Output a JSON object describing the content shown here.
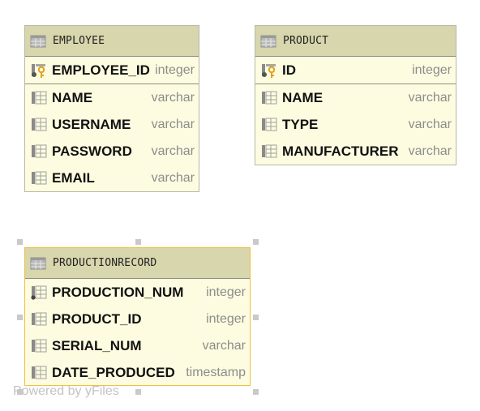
{
  "tables": {
    "employee": {
      "name": "EMPLOYEE",
      "primary_key": {
        "name": "EMPLOYEE_ID",
        "type": "integer"
      },
      "columns": [
        {
          "name": "NAME",
          "type": "varchar"
        },
        {
          "name": "USERNAME",
          "type": "varchar"
        },
        {
          "name": "PASSWORD",
          "type": "varchar"
        },
        {
          "name": "EMAIL",
          "type": "varchar"
        }
      ]
    },
    "product": {
      "name": "PRODUCT",
      "primary_key": {
        "name": "ID",
        "type": "integer"
      },
      "columns": [
        {
          "name": "NAME",
          "type": "varchar"
        },
        {
          "name": "TYPE",
          "type": "varchar"
        },
        {
          "name": "MANUFACTURER",
          "type": "varchar"
        }
      ]
    },
    "productionrecord": {
      "name": "PRODUCTIONRECORD",
      "columns": [
        {
          "name": "PRODUCTION_NUM",
          "type": "integer"
        },
        {
          "name": "PRODUCT_ID",
          "type": "integer"
        },
        {
          "name": "SERIAL_NUM",
          "type": "varchar"
        },
        {
          "name": "DATE_PRODUCED",
          "type": "timestamp"
        }
      ]
    }
  },
  "watermark": "Powered by yFiles",
  "colors": {
    "header": "#d7d6ac",
    "body": "#fdfce0",
    "selection": "#f0c040",
    "key": "#e3a21a",
    "column_icon": "#8a8a8a"
  },
  "icons": {
    "table": "table-icon",
    "primary_key": "primary-key-icon",
    "column": "column-icon"
  }
}
